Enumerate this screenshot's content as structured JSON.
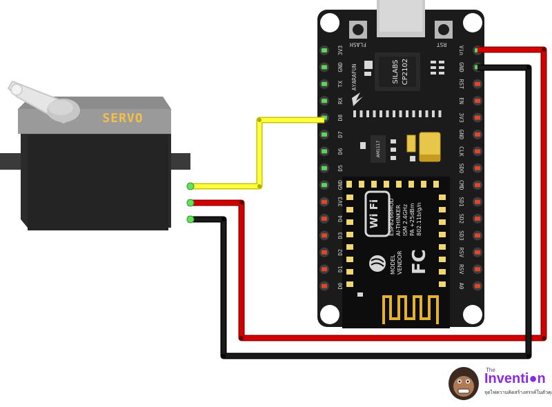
{
  "servo": {
    "label": "SERVO"
  },
  "board": {
    "left_pins": [
      "3V3",
      "GND",
      "TX",
      "RX",
      "D8",
      "D7",
      "D6",
      "D5",
      "GND",
      "3V3",
      "D4",
      "D3",
      "D2",
      "D1",
      "D0"
    ],
    "right_pins": [
      "Vin",
      "GND",
      "RST",
      "EN",
      "3V3",
      "GND",
      "CLK",
      "SDO",
      "CMD",
      "SD1",
      "SD2",
      "SD3",
      "RSV",
      "RSV",
      "A0"
    ],
    "buttons": {
      "flash": "FLASH",
      "reset": "RST"
    },
    "usb_chip": {
      "maker": "SILABS",
      "model": "CP2102"
    },
    "vendor_mark": "AYARAFUN",
    "regulator": "AM1117",
    "module": {
      "wifi_logo": "Wi Fi",
      "lines": [
        "ESP8266MOD",
        "AI-THINKER",
        "ISM 2.4GHz",
        "PA +25dBm",
        "802.11b/g/n"
      ],
      "model_label": "MODEL",
      "vendor_label": "VENDOR",
      "fcc": "FC"
    }
  },
  "wires": [
    {
      "color": "#ffff33"
    },
    {
      "color": "#d40000"
    },
    {
      "color": "#111111"
    }
  ],
  "logo": {
    "small": "The",
    "name": "Inventi●n",
    "tagline": "จุดไฟความคิดสร้างสรรค์ในตัวคุณ"
  }
}
